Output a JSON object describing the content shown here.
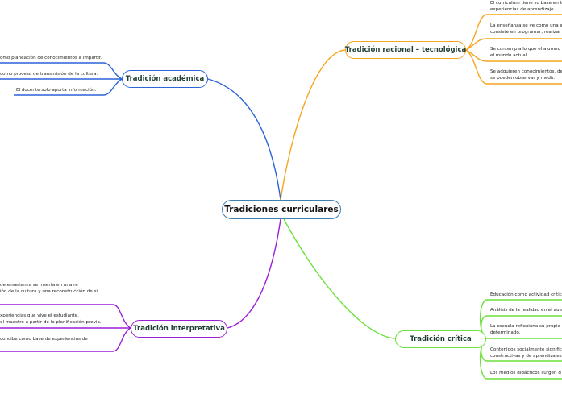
{
  "central": {
    "label": "Tradiciones curriculares"
  },
  "branches": [
    {
      "label": "Tradición académica",
      "color": "#2a64d8",
      "leaves": [
        "omo planeación de conocimientos a impartir.",
        "como proceso de transmisión de la cultura.",
        "El docente solo aporta información."
      ]
    },
    {
      "label": "Tradición racional – tecnológica",
      "color": "#f5a51e",
      "leaves": [
        "El currículum tiene su base en la\nexperiencias de aprendizaje.",
        "La enseñanza se ve como una a\nconsiste en programar, realizar y",
        "Se contempla lo que el alumno d\nel mundo actual.",
        "Se adquieren conocimientos, de\nse pueden observar y medir."
      ]
    },
    {
      "label": "Tradición interpretativa",
      "color": "#9a1fd6",
      "leaves": [
        "de enseñanza se inserta en una re\nión de la cultura y una reconstrucción de si",
        "xperiencias que vive el estudiante,\nel maestro a partir de la planificación previa.",
        "concibe como base de experiencias de"
      ]
    },
    {
      "label": "Tradición crítica",
      "color": "#6be03a",
      "leaves": [
        "Educación como actividad crític",
        "Análisis de la realidad en el aula",
        "La escuela reflexiona su propia\ndeterminado.",
        "Contenidos socialmente signific\nconstructivas y de aprendizajes",
        "Los medios didácticos surgen d"
      ]
    }
  ]
}
